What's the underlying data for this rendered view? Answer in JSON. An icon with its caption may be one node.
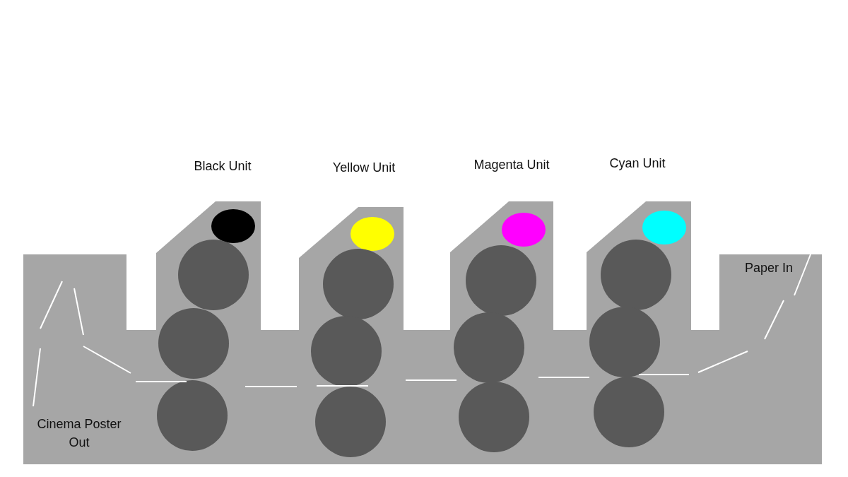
{
  "diagram": {
    "labels": [
      "Black Unit",
      "Yellow Unit",
      "Magenta Unit",
      "Cyan Unit",
      "Paper In",
      "Cinema Poster Out"
    ]
  }
}
